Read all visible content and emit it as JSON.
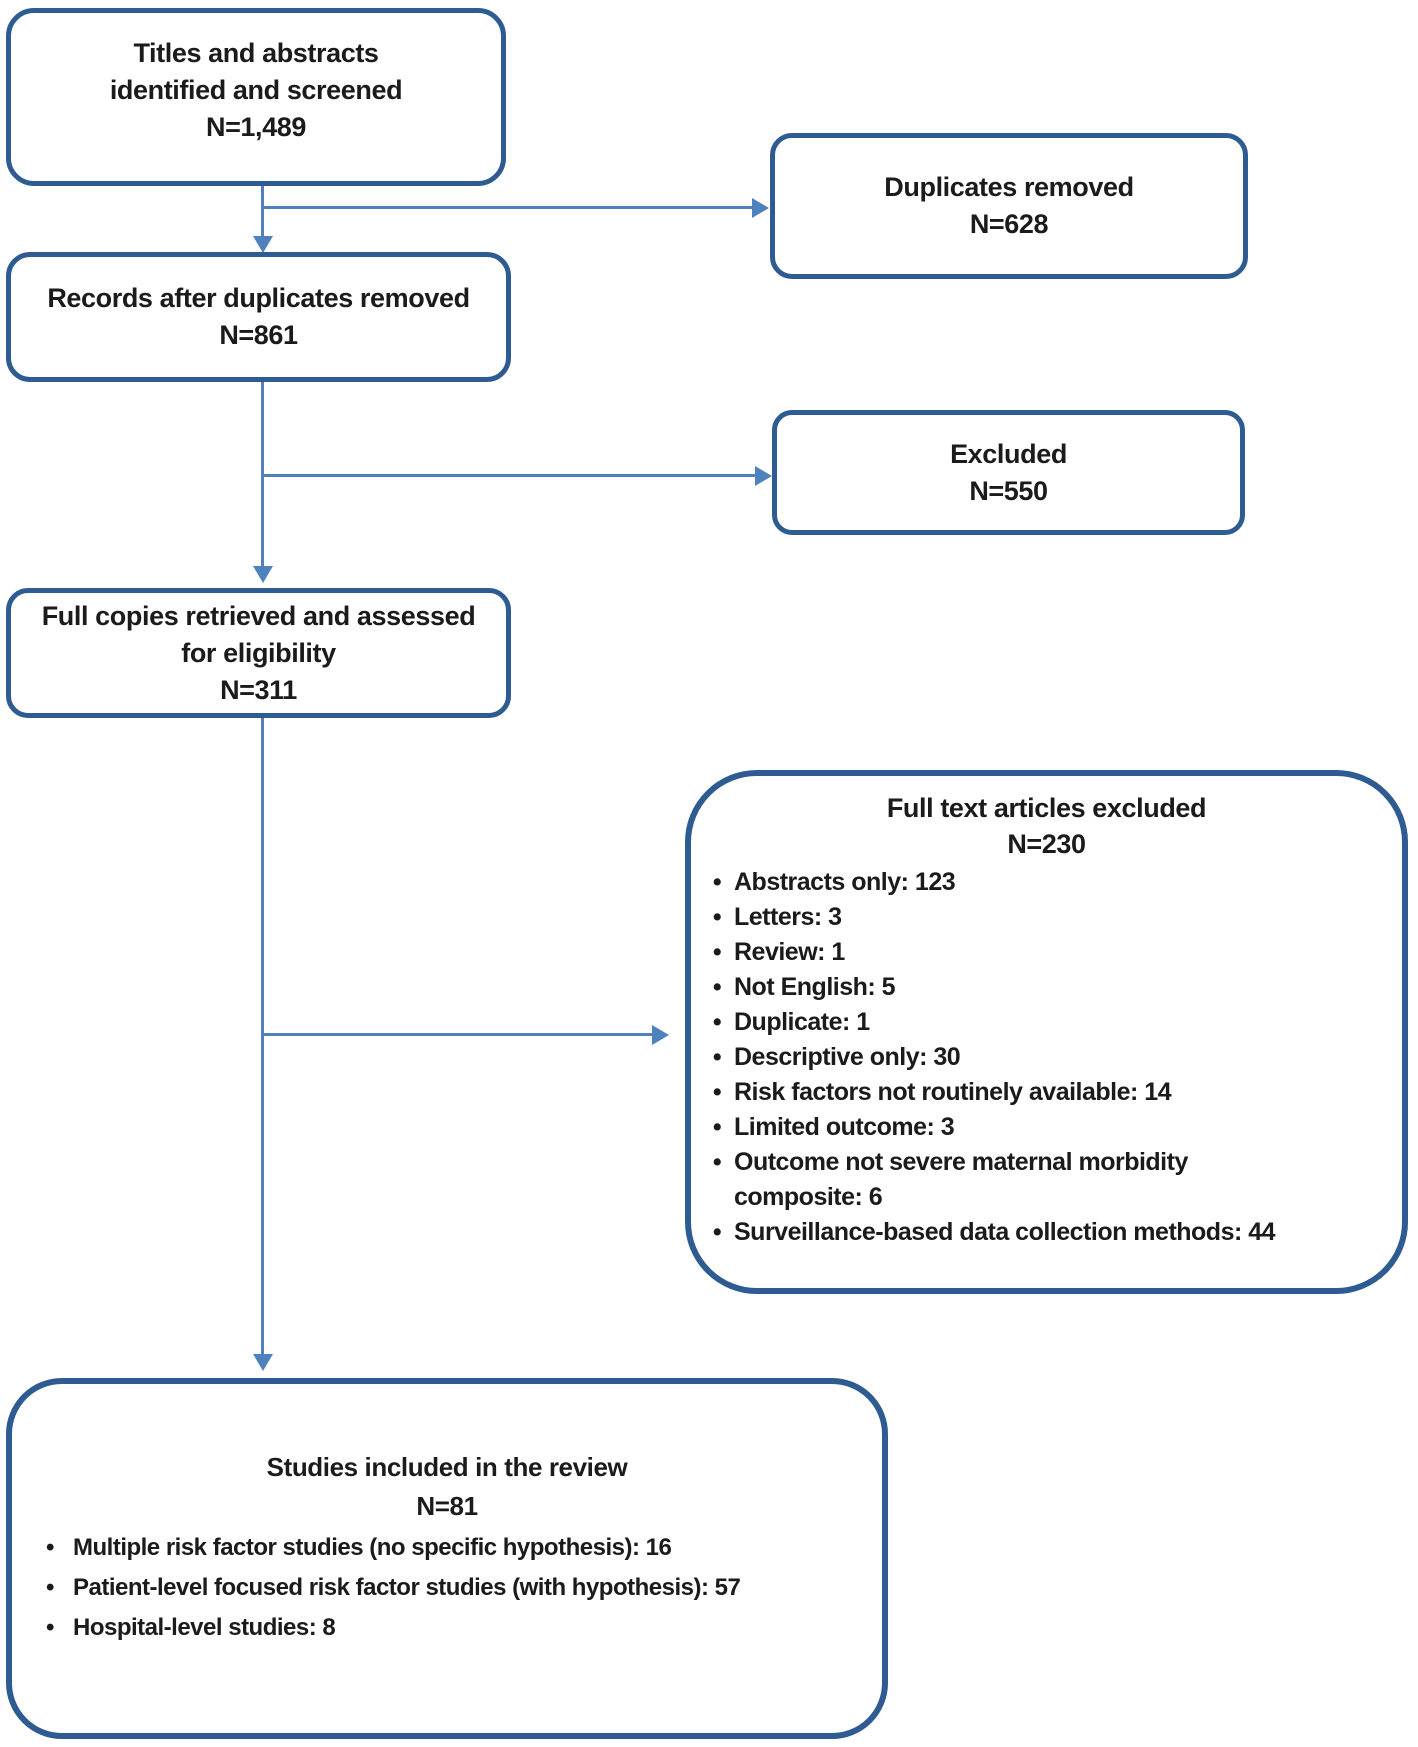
{
  "flowchart": {
    "colors": {
      "box_border": "#2f5b93",
      "arrow": "#4f81bd",
      "text": "#1b1b1b",
      "background": "#ffffff"
    },
    "boxes": {
      "identified": {
        "line1": "Titles and abstracts",
        "line2": "identified and screened",
        "count": "N=1,489"
      },
      "duplicates_removed": {
        "line1": "Duplicates removed",
        "count": "N=628"
      },
      "after_duplicates": {
        "line1": "Records after duplicates removed",
        "count": "N=861"
      },
      "excluded": {
        "line1": "Excluded",
        "count": "N=550"
      },
      "full_copies": {
        "line1": "Full copies retrieved and assessed",
        "line2": "for eligibility",
        "count": "N=311"
      },
      "full_text_excluded": {
        "title": "Full text articles excluded",
        "count": "N=230",
        "bullet_char": "•",
        "items": [
          "Abstracts only: 123",
          "Letters: 3",
          "Review: 1",
          "Not English: 5",
          "Duplicate: 1",
          "Descriptive only: 30",
          "Risk factors not routinely available: 14",
          "Limited outcome: 3",
          "Outcome not severe maternal morbidity composite: 6",
          "Surveillance-based data collection methods: 44"
        ]
      },
      "included": {
        "title": "Studies included in the review",
        "count": "N=81",
        "bullet_char": "•",
        "items": [
          "Multiple risk factor studies (no specific hypothesis): 16",
          "Patient-level focused risk factor studies (with hypothesis): 57",
          "Hospital-level studies: 8"
        ]
      }
    }
  }
}
